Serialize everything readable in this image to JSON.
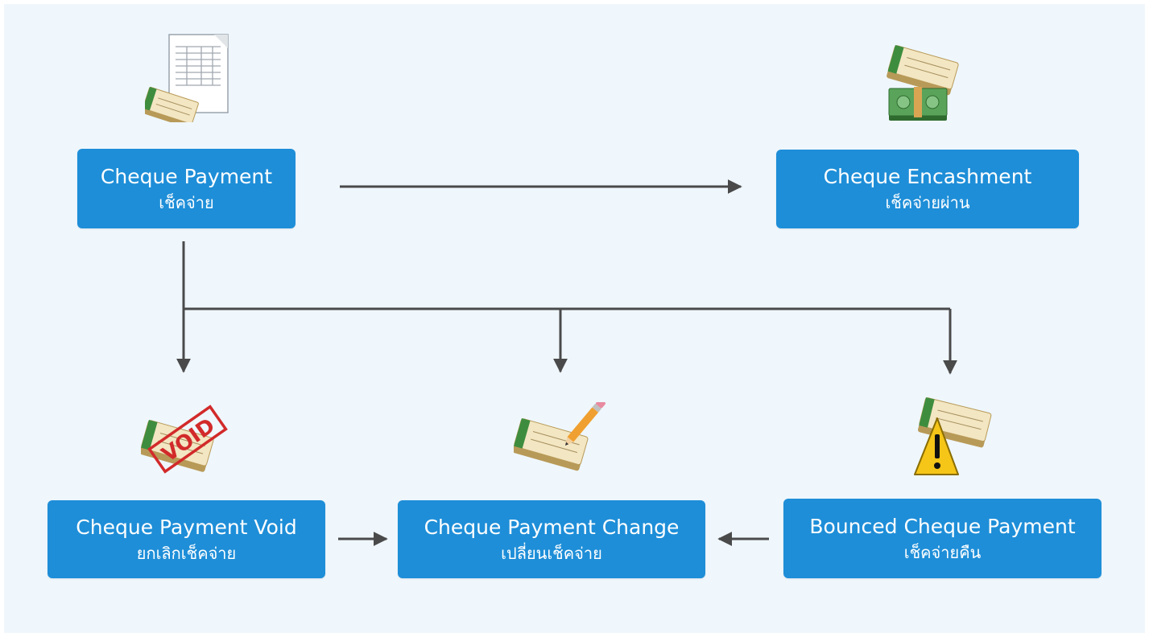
{
  "nodes": {
    "cheque_payment": {
      "title": "Cheque Payment",
      "subtitle": "เช็คจ่าย"
    },
    "cheque_encashment": {
      "title": "Cheque Encashment",
      "subtitle": "เช็คจ่ายผ่าน"
    },
    "cheque_payment_void": {
      "title": "Cheque Payment Void",
      "subtitle": "ยกเลิกเช็คจ่าย"
    },
    "cheque_payment_change": {
      "title": "Cheque Payment Change",
      "subtitle": "เปลี่ยนเช็คจ่าย"
    },
    "bounced_cheque_payment": {
      "title": "Bounced Cheque Payment",
      "subtitle": "เช็คจ่ายคืน"
    }
  },
  "icons": {
    "cheque_payment": "cheque-with-document-icon",
    "cheque_encashment": "cheque-with-cash-icon",
    "cheque_payment_void": "void-stamp-cheque-icon",
    "cheque_payment_change": "cheque-with-pencil-icon",
    "bounced_cheque_payment": "cheque-with-warning-icon",
    "void_stamp_text": "VOID"
  },
  "colors": {
    "node_fill": "#1e8ed8",
    "background": "#eff7fd",
    "connector": "#4a4a4a"
  }
}
